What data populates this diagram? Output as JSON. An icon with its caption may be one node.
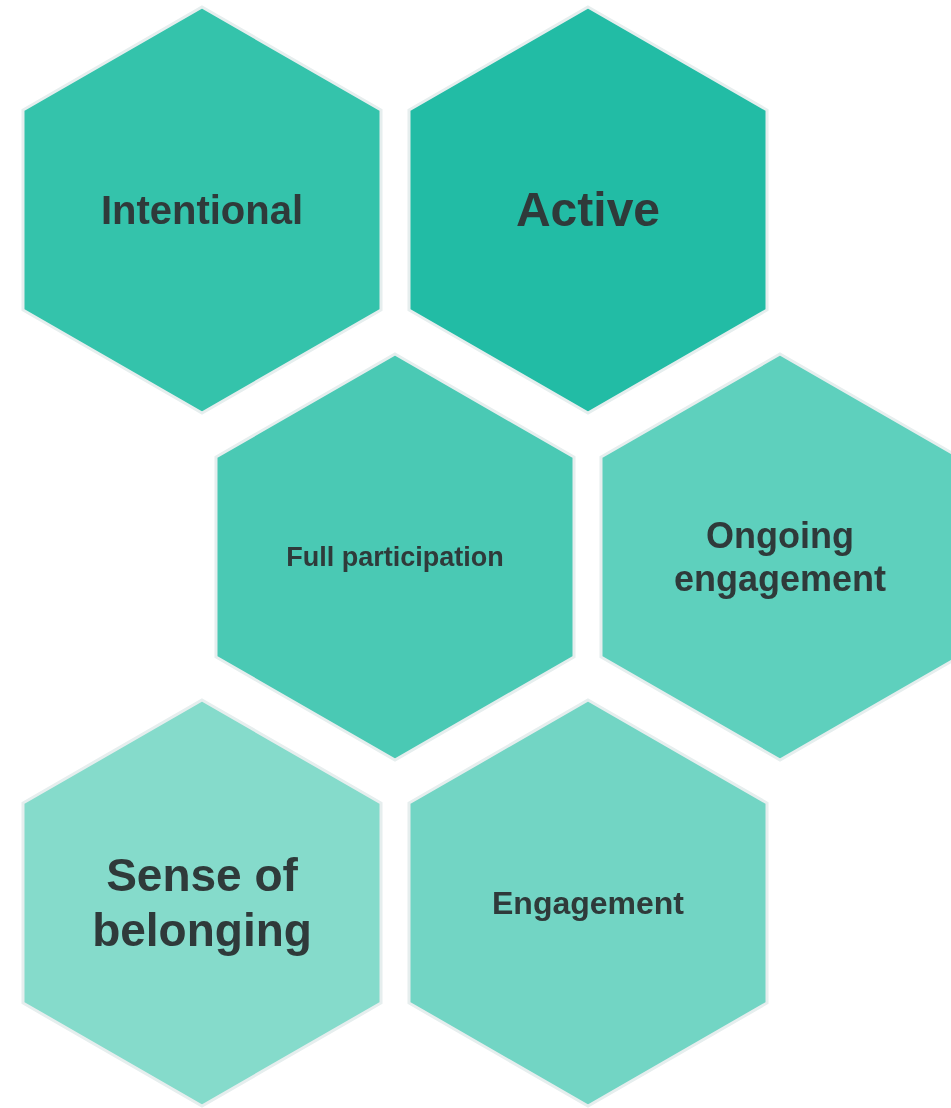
{
  "diagram": {
    "nodes": [
      {
        "text": [
          "Intentional"
        ]
      },
      {
        "text": [
          "Active"
        ]
      },
      {
        "text": [
          "Full participation"
        ]
      },
      {
        "text": [
          "Ongoing engagement"
        ]
      },
      {
        "text": [
          "Sense of belonging"
        ]
      },
      {
        "text": [
          "Engagement"
        ]
      }
    ]
  }
}
